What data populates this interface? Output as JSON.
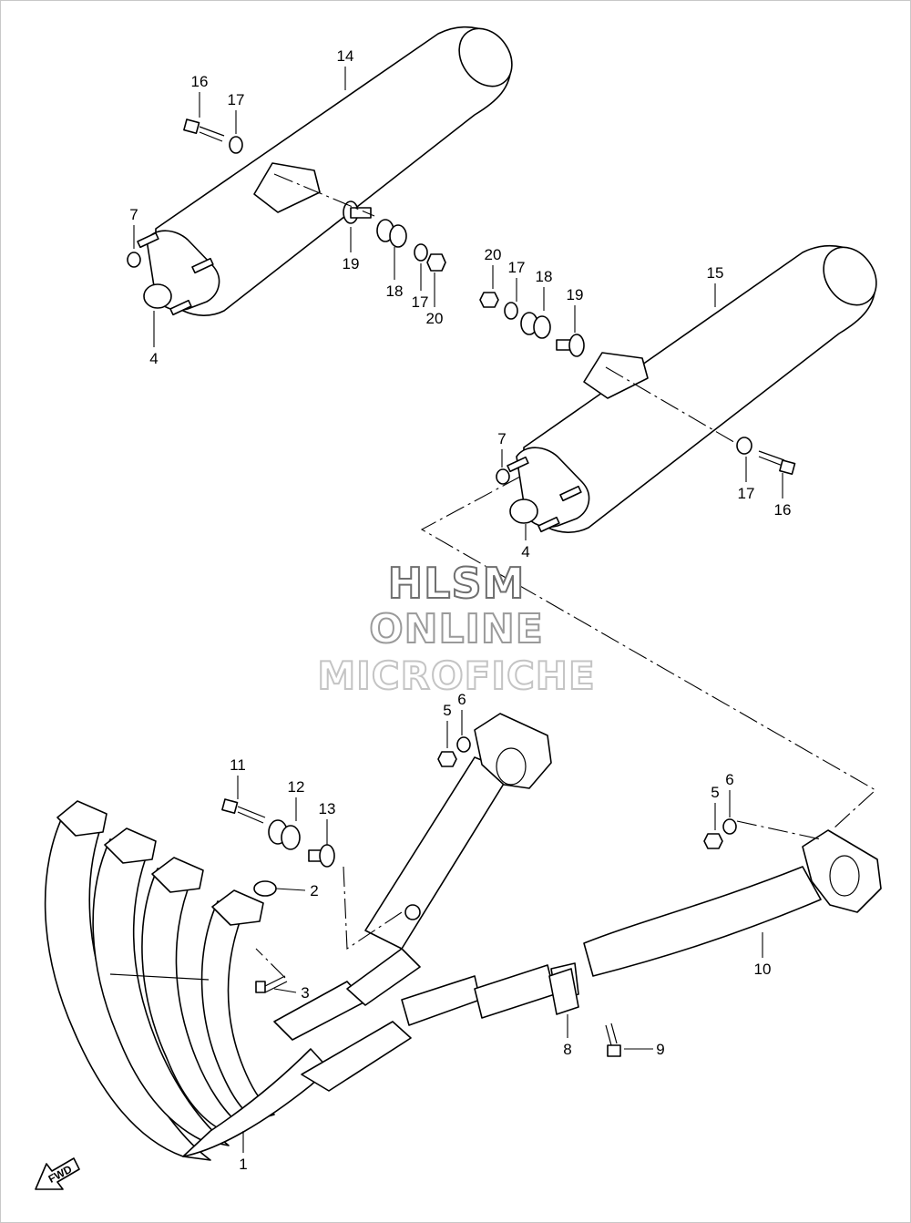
{
  "watermark": {
    "line1": "HLSM",
    "line2": "ONLINE",
    "line3": "MICROFICHE"
  },
  "fwd_label": "FWD",
  "callouts": {
    "c1": "1",
    "c2": "2",
    "c3": "3",
    "c4a": "4",
    "c4b": "4",
    "c5a": "5",
    "c5b": "5",
    "c6a": "6",
    "c6b": "6",
    "c7a": "7",
    "c7b": "7",
    "c8": "8",
    "c9": "9",
    "c10": "10",
    "c11": "11",
    "c12": "12",
    "c13": "13",
    "c14": "14",
    "c15": "15",
    "c16a": "16",
    "c16b": "16",
    "c17a": "17",
    "c17b": "17",
    "c17c": "17",
    "c17d": "17",
    "c18a": "18",
    "c18b": "18",
    "c19a": "19",
    "c19b": "19",
    "c20a": "20",
    "c20b": "20"
  }
}
